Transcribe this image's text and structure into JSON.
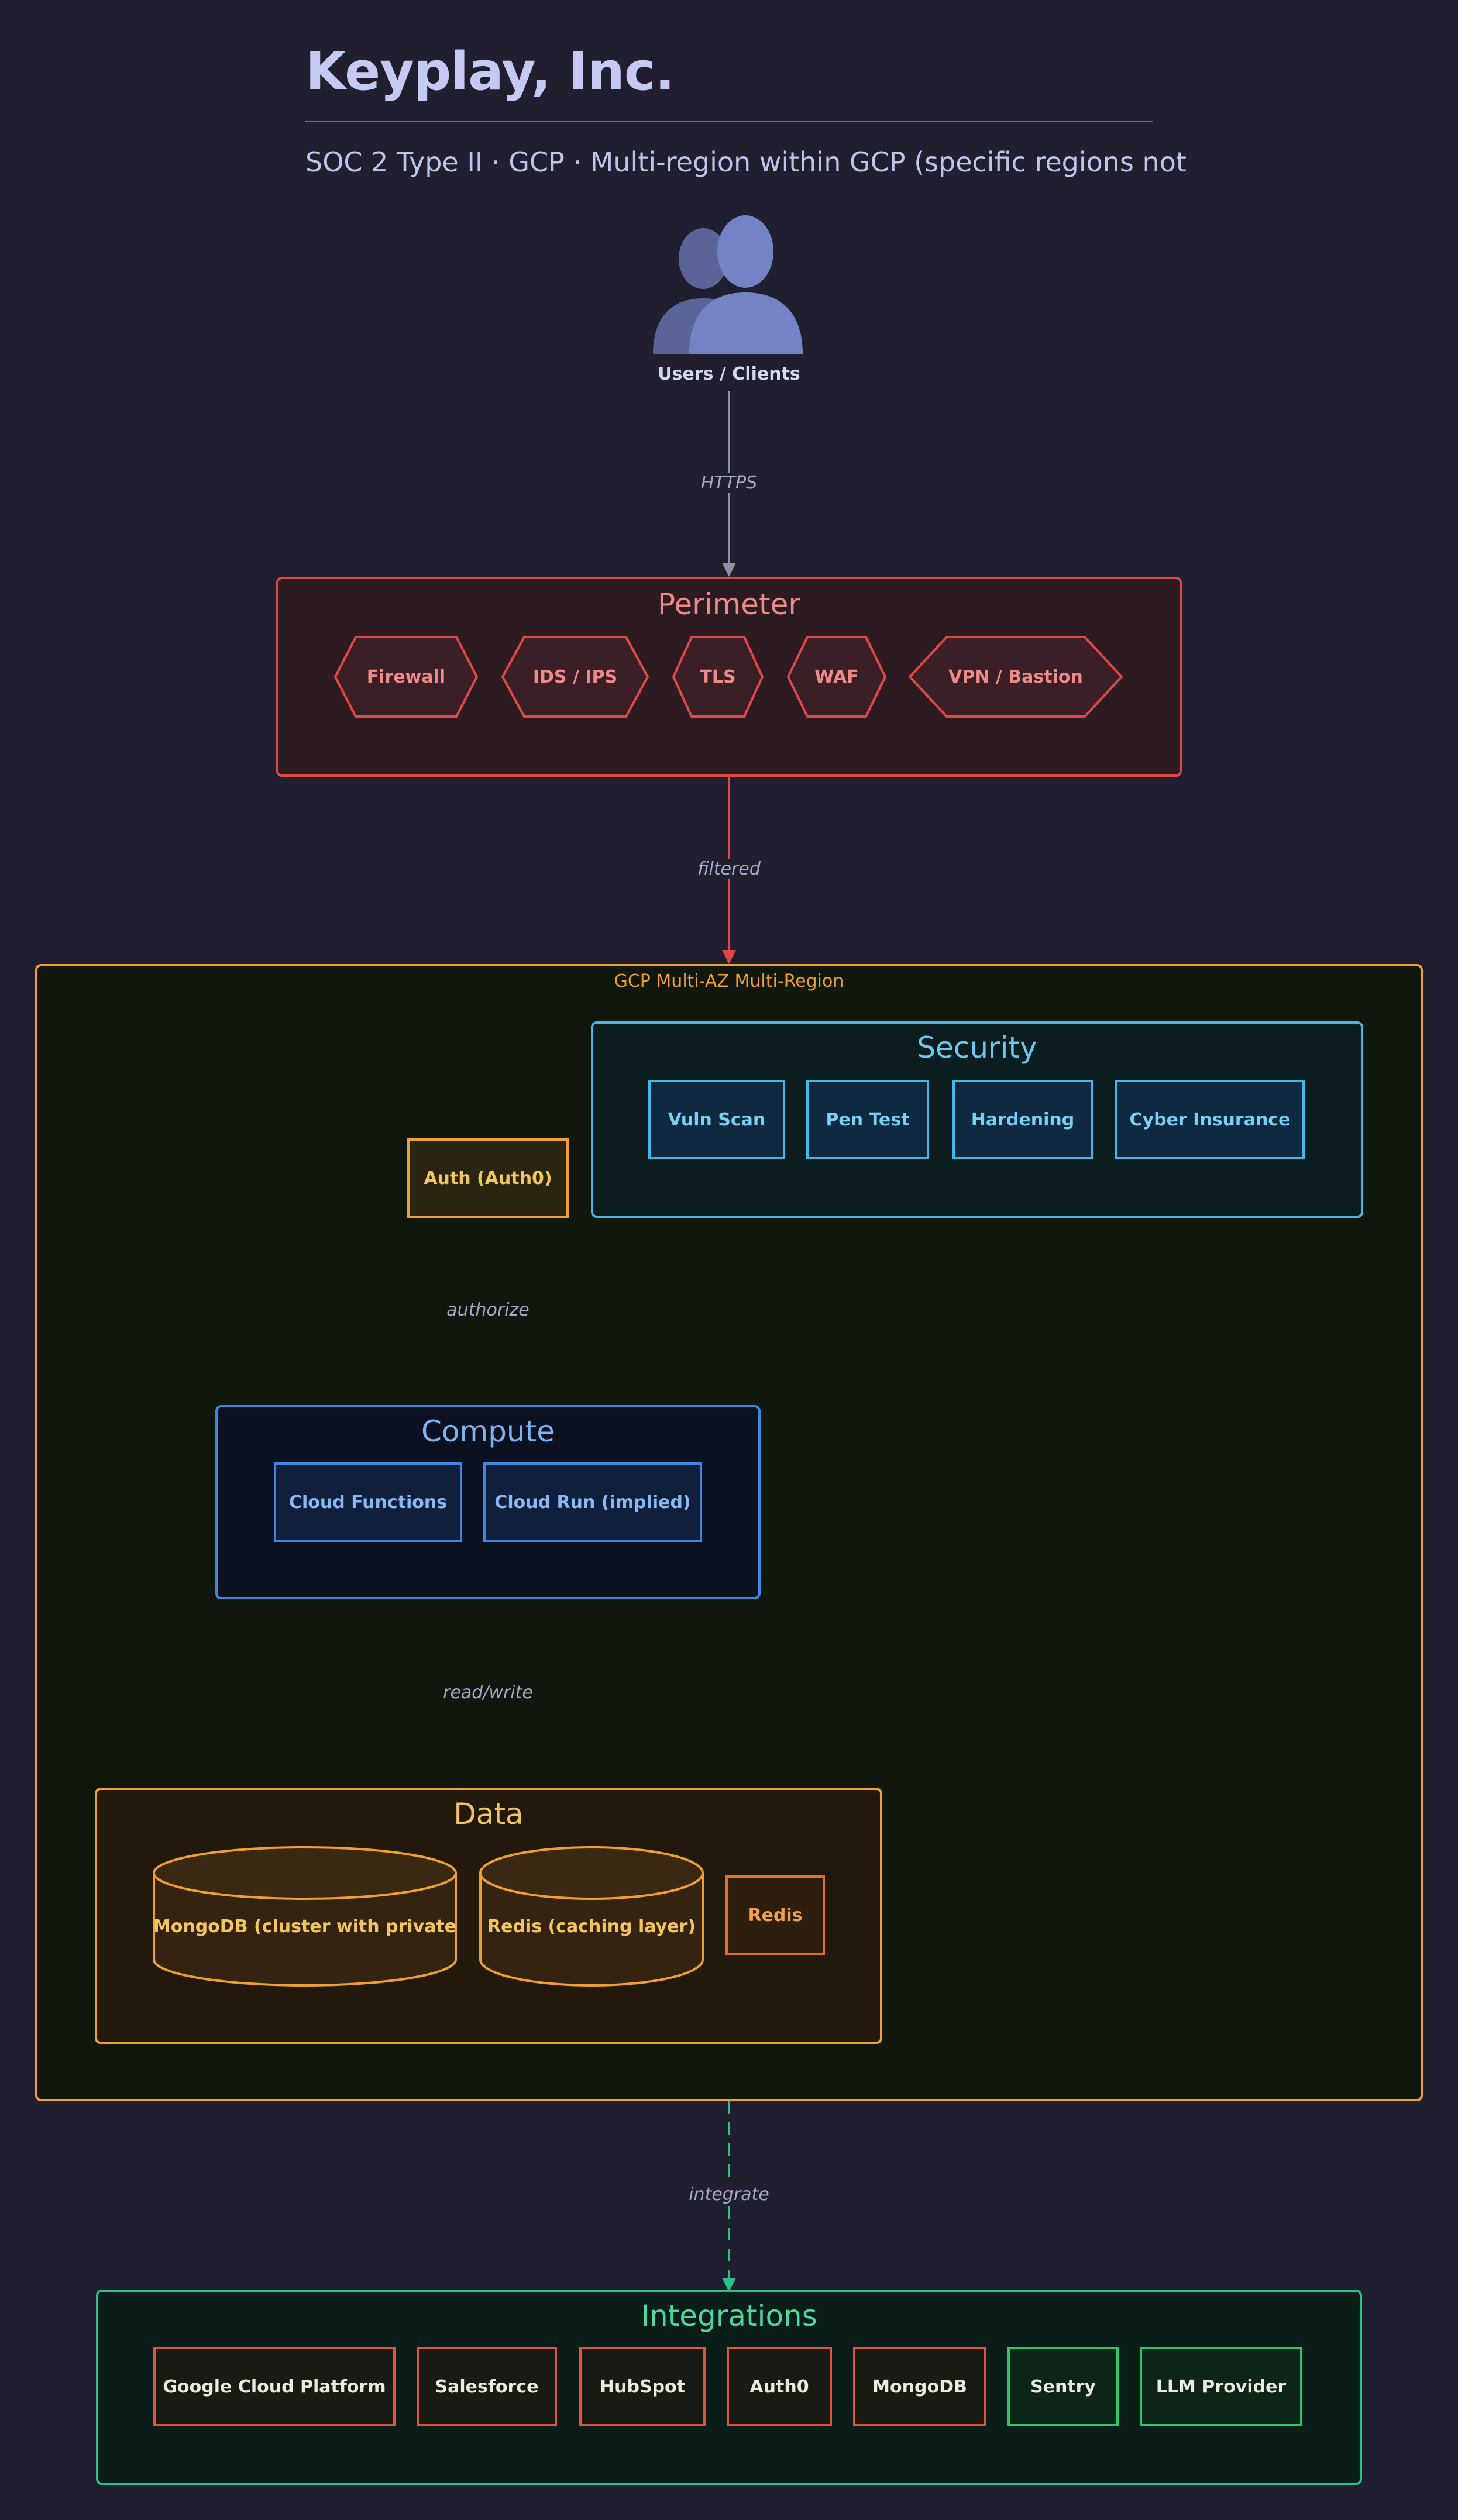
{
  "header": {
    "title": "Keyplay, Inc.",
    "subtitle": "SOC 2 Type II · GCP · Multi-region within GCP (specific regions not"
  },
  "users": {
    "label": "Users / Clients"
  },
  "edges": {
    "https": "HTTPS",
    "filtered": "filtered",
    "authorize": "authorize",
    "read_write": "read/write",
    "integrate": "integrate"
  },
  "perimeter": {
    "title": "Perimeter",
    "items": [
      "Firewall",
      "IDS / IPS",
      "TLS",
      "WAF",
      "VPN / Bastion"
    ]
  },
  "cloud": {
    "label": "GCP Multi-AZ Multi-Region"
  },
  "security": {
    "title": "Security",
    "items": [
      "Vuln Scan",
      "Pen Test",
      "Hardening",
      "Cyber Insurance"
    ]
  },
  "auth": {
    "label": "Auth (Auth0)"
  },
  "compute": {
    "title": "Compute",
    "items": [
      "Cloud Functions",
      "Cloud Run (implied)"
    ]
  },
  "data_group": {
    "title": "Data",
    "items": [
      "MongoDB (cluster with private",
      "Redis (caching layer)",
      "Redis"
    ]
  },
  "integrations": {
    "title": "Integrations",
    "items": [
      "Google Cloud Platform",
      "Salesforce",
      "HubSpot",
      "Auth0",
      "MongoDB",
      "Sentry",
      "LLM Provider"
    ]
  },
  "colors": {
    "background": "#1f1f30",
    "perimeter": "#e04848",
    "cloud": "#f0a030",
    "security": "#45b6e6",
    "compute": "#3f86e0",
    "data": "#f0a030",
    "integrations": "#2ac28a",
    "integration_red": "#e0553f",
    "integration_green": "#2ac86a"
  }
}
